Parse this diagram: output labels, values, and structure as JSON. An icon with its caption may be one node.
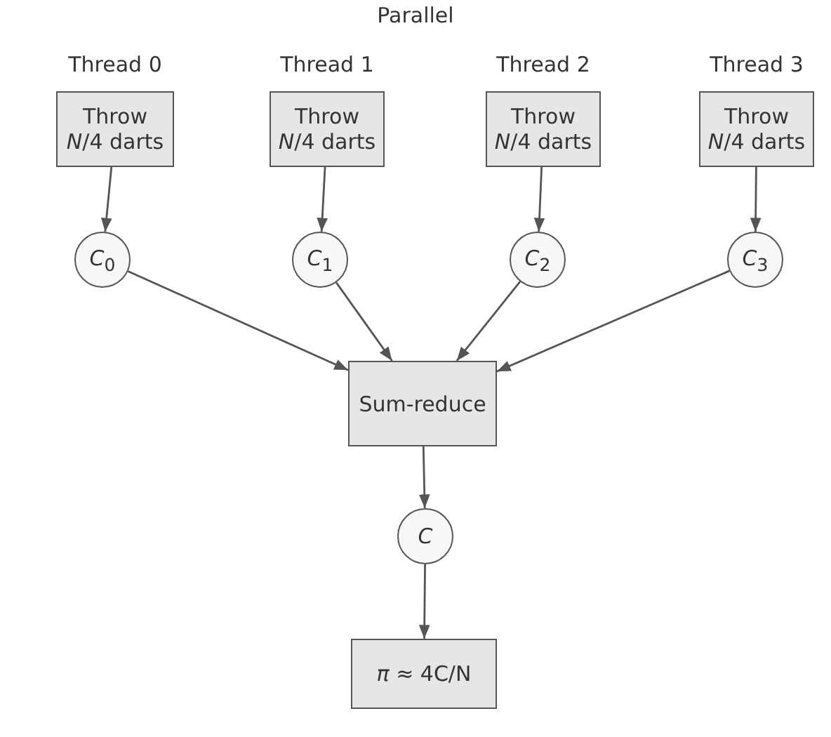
{
  "diagram": {
    "title": "Parallel",
    "nodes": [
      {
        "text": [
          "Thread 0",
          "Throw *N*/4 darts"
        ]
      },
      {
        "text": [
          "Thread 1",
          "Throw *N*/4 darts"
        ]
      },
      {
        "text": [
          "Thread 2",
          "Throw *N*/4 darts"
        ]
      },
      {
        "text": [
          "Thread 3",
          "Throw *N*/4 darts"
        ]
      },
      {
        "text": [
          "*C*$_{0}$"
        ]
      },
      {
        "text": [
          "*C*$_{1}$"
        ]
      },
      {
        "text": [
          "*C*$_{2}$"
        ]
      },
      {
        "text": [
          "*C*$_{3}$"
        ]
      },
      {
        "text": [
          "Sum-reduce"
        ]
      },
      {
        "text": [
          "*C*"
        ]
      },
      {
        "text": [
          "*π* ≈ 4C/N"
        ]
      }
    ],
    "edges": [
      {
        "from": 0,
        "to": 4,
        "arrow": "to"
      },
      {
        "from": 1,
        "to": 5,
        "arrow": "to"
      },
      {
        "from": 2,
        "to": 6,
        "arrow": "to"
      },
      {
        "from": 3,
        "to": 7,
        "arrow": "to"
      },
      {
        "from": 4,
        "to": 8,
        "arrow": "to"
      },
      {
        "from": 5,
        "to": 8,
        "arrow": "to"
      },
      {
        "from": 6,
        "to": 8,
        "arrow": "to"
      },
      {
        "from": 7,
        "to": 8,
        "arrow": "to"
      },
      {
        "from": 8,
        "to": 9,
        "arrow": "to"
      },
      {
        "from": 9,
        "to": 10,
        "arrow": "to"
      }
    ]
  }
}
